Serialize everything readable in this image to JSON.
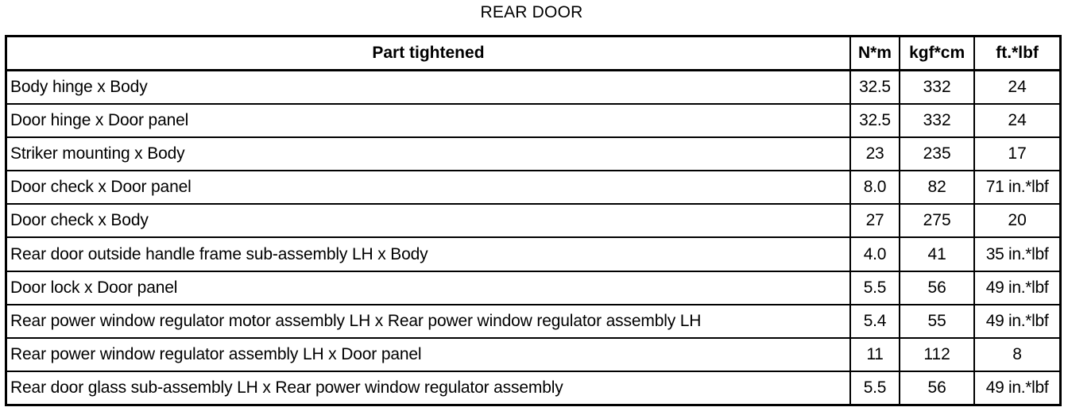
{
  "title": "REAR DOOR",
  "table": {
    "headers": {
      "part": "Part tightened",
      "nm": "N*m",
      "kgfcm": "kgf*cm",
      "ftlbf": "ft.*lbf"
    },
    "rows": [
      {
        "part": "Body hinge x Body",
        "nm": "32.5",
        "kgfcm": "332",
        "ftlbf": "24"
      },
      {
        "part": "Door hinge x Door panel",
        "nm": "32.5",
        "kgfcm": "332",
        "ftlbf": "24"
      },
      {
        "part": "Striker mounting x Body",
        "nm": "23",
        "kgfcm": "235",
        "ftlbf": "17"
      },
      {
        "part": "Door check x Door panel",
        "nm": "8.0",
        "kgfcm": "82",
        "ftlbf": "71 in.*lbf"
      },
      {
        "part": "Door check x Body",
        "nm": "27",
        "kgfcm": "275",
        "ftlbf": "20"
      },
      {
        "part": "Rear door outside handle frame sub-assembly LH x Body",
        "nm": "4.0",
        "kgfcm": "41",
        "ftlbf": "35 in.*lbf"
      },
      {
        "part": "Door lock x Door panel",
        "nm": "5.5",
        "kgfcm": "56",
        "ftlbf": "49 in.*lbf"
      },
      {
        "part": "Rear power window regulator motor assembly LH x Rear power window regulator assembly LH",
        "nm": "5.4",
        "kgfcm": "55",
        "ftlbf": "49 in.*lbf"
      },
      {
        "part": "Rear power window regulator assembly LH x Door panel",
        "nm": "11",
        "kgfcm": "112",
        "ftlbf": "8"
      },
      {
        "part": "Rear door glass sub-assembly LH x Rear power window regulator assembly",
        "nm": "5.5",
        "kgfcm": "56",
        "ftlbf": "49 in.*lbf"
      }
    ]
  }
}
